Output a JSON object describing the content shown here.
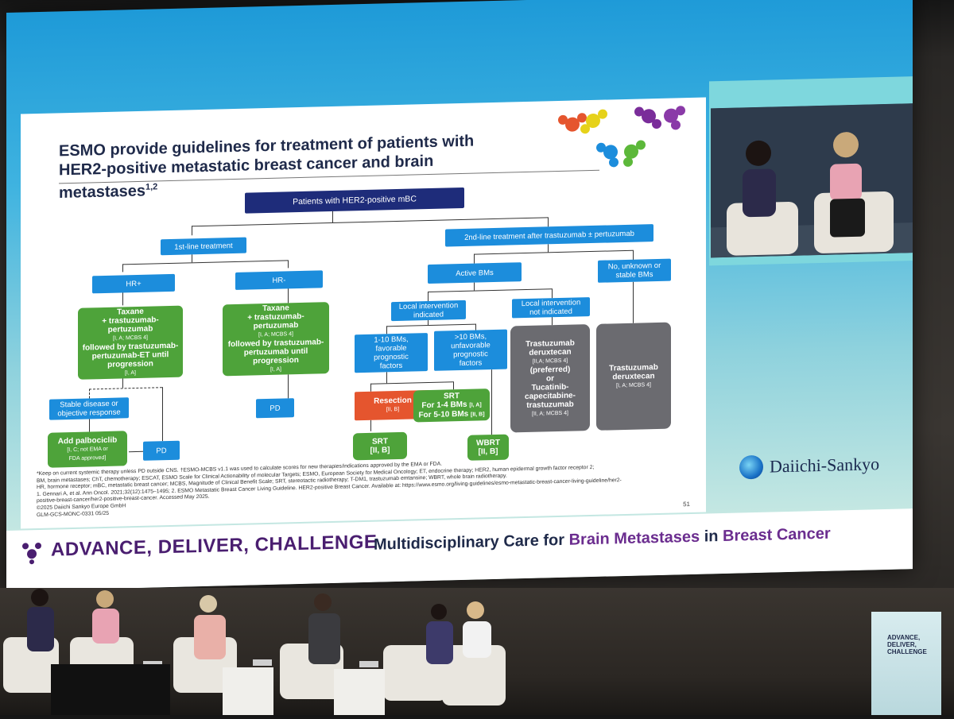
{
  "slide": {
    "title_line1": "ESMO provide guidelines for treatment of patients with",
    "title_line2": "HER2-positive metastatic breast cancer and brain metastases",
    "title_sup": "1,2",
    "root": "Patients with HER2-positive mBC",
    "first_line": "1st-line treatment",
    "second_line": "2nd-line treatment after trastuzumab ± pertuzumab",
    "hr_pos": "HR+",
    "hr_neg": "HR-",
    "taxane_left_title": "Taxane",
    "taxane_left_l1": "+ trastuzumab-pertuzumab",
    "taxane_left_ev1": "[I, A; MCBS 4]",
    "taxane_left_l2": "followed by trastuzumab-",
    "taxane_left_l3": "pertuzumab-ET until",
    "taxane_left_l4": "progression",
    "taxane_left_ev2": "[I, A]",
    "taxane_right_title": "Taxane",
    "taxane_right_l1": "+ trastuzumab-pertuzumab",
    "taxane_right_ev1": "[I, A; MCBS 4]",
    "taxane_right_l2": "followed by trastuzumab-",
    "taxane_right_l3": "pertuzumab until",
    "taxane_right_l4": "progression",
    "taxane_right_ev2": "[I, A]",
    "stable_l1": "Stable disease or",
    "stable_l2": "objective response",
    "palbo_l1": "Add palbociclib",
    "palbo_l2": "[I, C; not EMA or",
    "palbo_l3": "FDA approved]",
    "pd": "PD",
    "active_bms": "Active BMs",
    "no_bms_l1": "No, unknown or",
    "no_bms_l2": "stable BMs",
    "local_ind_l1": "Local intervention",
    "local_ind_l2": "indicated",
    "local_not_l1": "Local intervention",
    "local_not_l2": "not indicated",
    "bm110_l1": "1-10 BMs,",
    "bm110_l2": "favorable",
    "bm110_l3": "prognostic",
    "bm110_l4": "factors",
    "bm10_l1": ">10 BMs,",
    "bm10_l2": "unfavorable",
    "bm10_l3": "prognostic",
    "bm10_l4": "factors",
    "tdxd_l1": "Trastuzumab",
    "tdxd_l2": "deruxtecan",
    "tdxd_ev": "[II,A; MCBS 4]",
    "tdxd_l3": "(preferred)",
    "tdxd_l4": "or",
    "tdxd_l5": "Tucatinib-",
    "tdxd_l6": "capecitabine-",
    "tdxd_l7": "trastuzumab",
    "tdxd_ev2": "[II, A; MCBS 4]",
    "tdxd2_l1": "Trastuzumab",
    "tdxd2_l2": "deruxtecan",
    "tdxd2_ev": "[I, A; MCBS 4]",
    "resection": "Resection",
    "resection_ev": "[II, B]",
    "srt_title": "SRT",
    "srt_l1": "For 1-4 BMs",
    "srt_ev1": "[I, A]",
    "srt_l2": "For 5-10 BMs",
    "srt_ev2": "[II, B]",
    "srt2": "SRT",
    "srt2_ev": "[II, B]",
    "wbrt": "WBRT",
    "wbrt_ev": "[II, B]",
    "footnotes": [
      "*Keep on current systemic therapy unless PD outside CNS. †ESMO-MCBS v1.1 was used to calculate scores for new therapies/indications approved by the EMA or FDA.",
      "BM, brain metastases; ChT, chemotherapy; ESCAT, ESMO Scale for Clinical Actionability of molecular Targets; ESMO, European Society for Medical Oncology; ET, endocrine therapy; HER2, human epidermal growth factor receptor 2;",
      "HR, hormone receptor; mBC, metastatic breast cancer; MCBS, Magnitude of Clinical Benefit Scale; SRT, stereotactic radiotherapy; T-DM1, trastuzumab emtansine; WBRT, whole brain radiotherapy.",
      "1. Gennari A, et al. Ann Oncol. 2021;32(12):1475–1495; 2. ESMO Metastatic Breast Cancer Living Guideline. HER2-positive Breast Cancer. Available at: https://www.esmo.org/living-guidelines/esmo-metastatic-breast-cancer-living-guideline/her2-",
      "positive-breast-cancer/her2-positive-breast-cancer. Accessed May 2025.",
      "©2025 Daiichi Sankyo Europe GmbH",
      "GLM-GCS-MONC-0331 05/25"
    ],
    "page_number": "51"
  },
  "brand": {
    "name": "Daiichi-Sankyo"
  },
  "banner": {
    "advance": "ADVANCE,",
    "deliver": "DELIVER,",
    "challenge": "CHALLENGE",
    "sub_a": "Multidisciplinary Care for ",
    "sub_b": "Brain Metastases",
    "sub_c": " in ",
    "sub_d": "Breast Cancer"
  },
  "podium": {
    "l1": "ADVANCE,",
    "l2": "DELIVER,",
    "l3": "CHALLENGE"
  },
  "colors": {
    "blue_box": "#1c8ddc",
    "navy_box": "#1e2c7a",
    "green_box": "#4ea33a",
    "orange_box": "#e5552e",
    "gray_box": "#6b6b70",
    "banner_purple": "#4a1e70"
  }
}
